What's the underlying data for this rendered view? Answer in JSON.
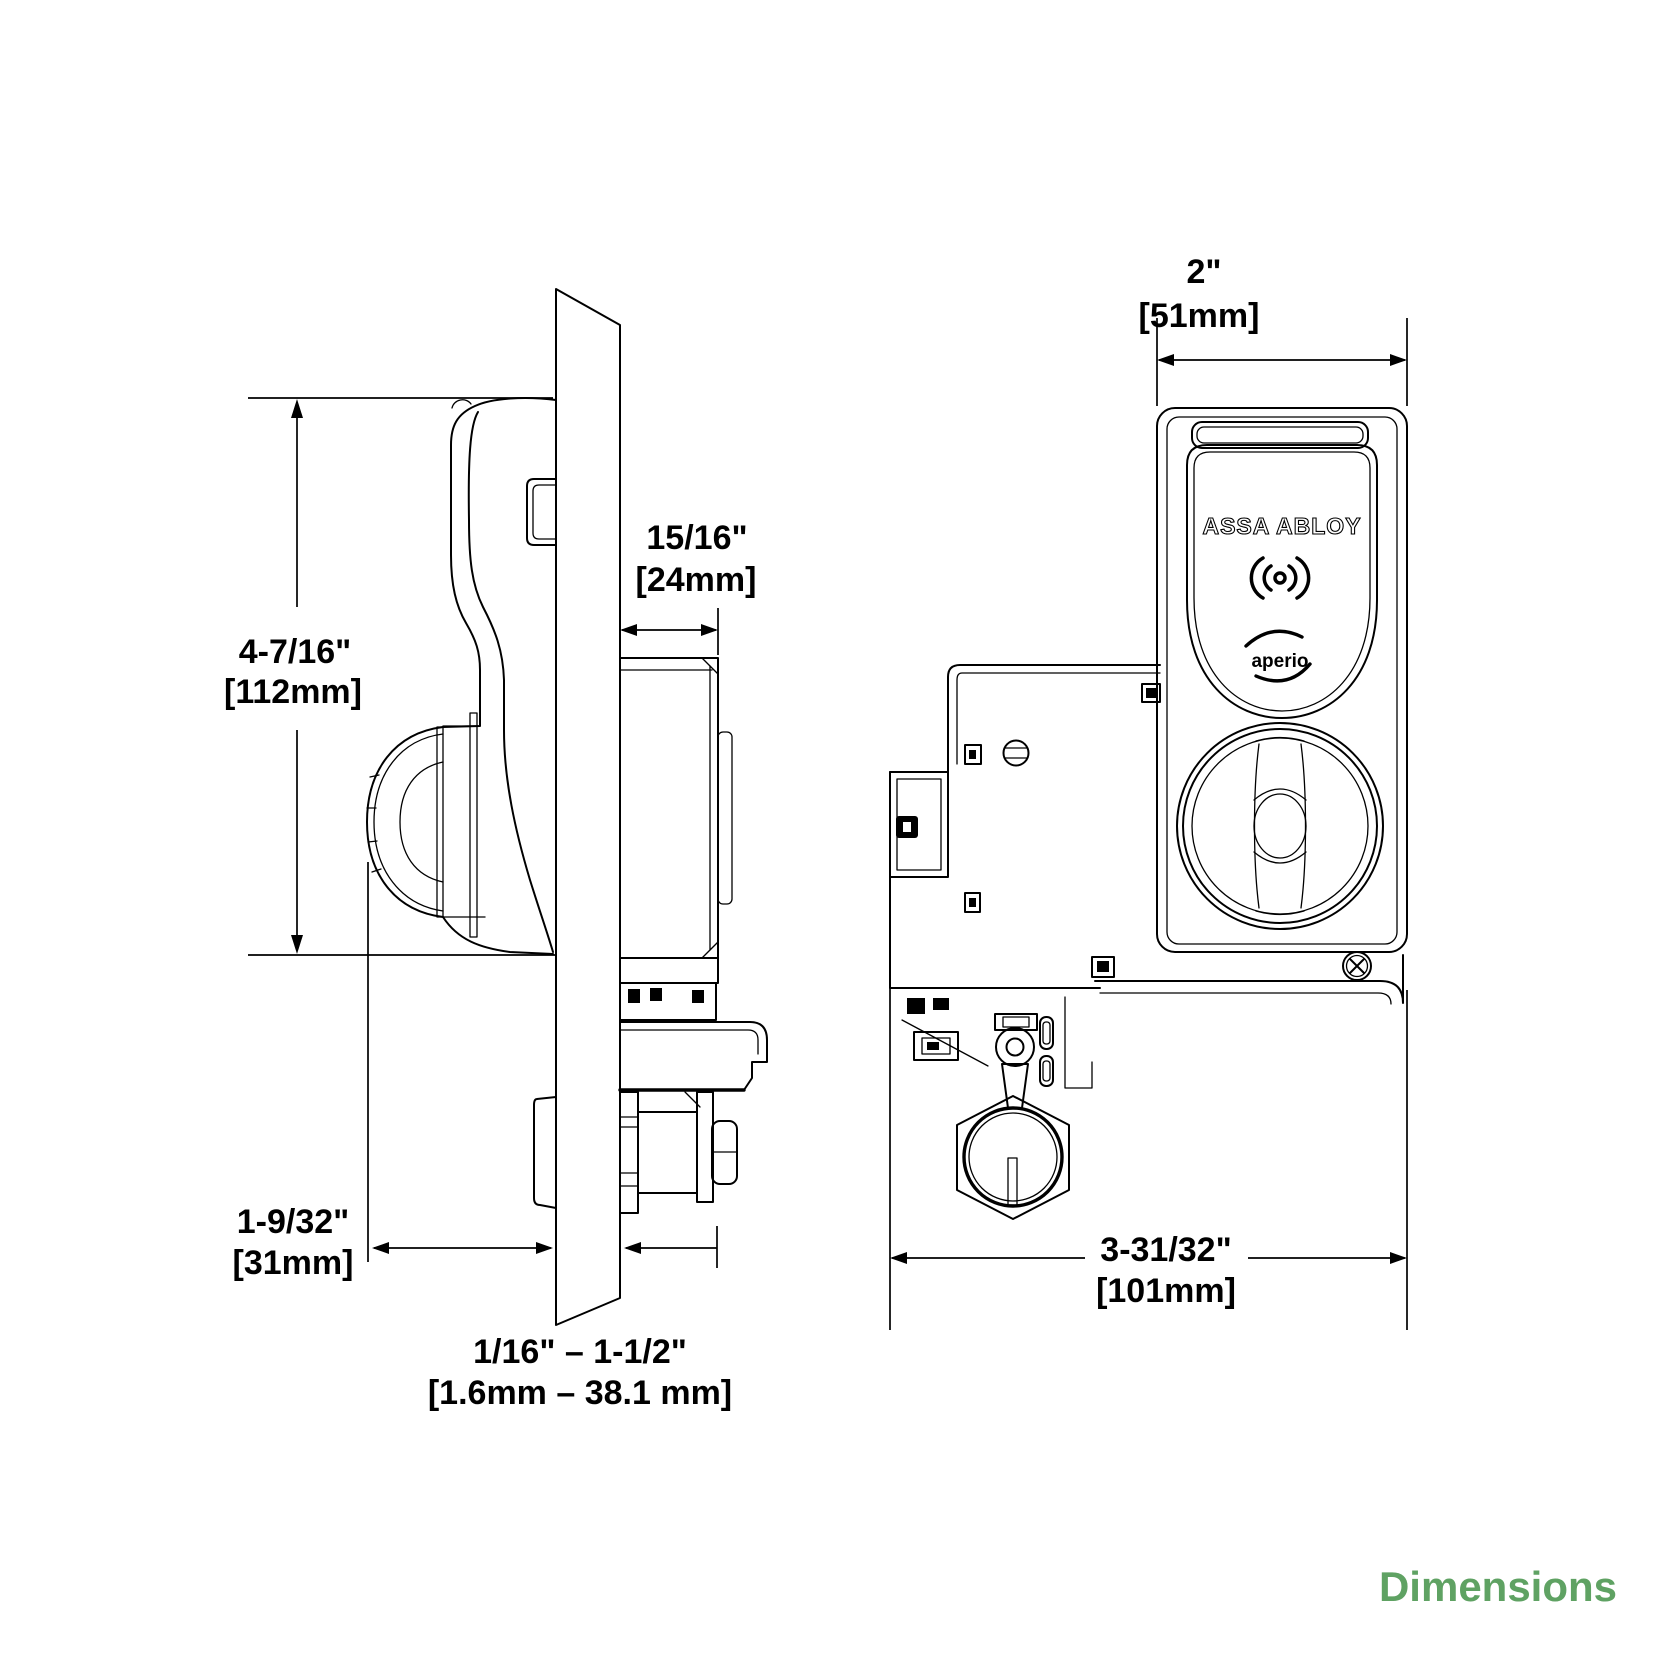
{
  "figure": {
    "title": "Dimensions",
    "title_color": "#5fa263"
  },
  "left_view": {
    "height_in": "4-7/16\"",
    "height_mm": "[112mm]",
    "rear_depth_in": "15/16\"",
    "rear_depth_mm": "[24mm]",
    "front_projection_in": "1-9/32\"",
    "front_projection_mm": "[31mm]",
    "panel_thickness_in": "1/16\" – 1-1/2\"",
    "panel_thickness_mm": "[1.6mm – 38.1 mm]"
  },
  "right_view": {
    "width_in": "2\"",
    "width_mm": "[51mm]",
    "overall_width_in": "3-31/32\"",
    "overall_width_mm": "[101mm]",
    "brand": "ASSA ABLOY",
    "logo": "aperio"
  }
}
